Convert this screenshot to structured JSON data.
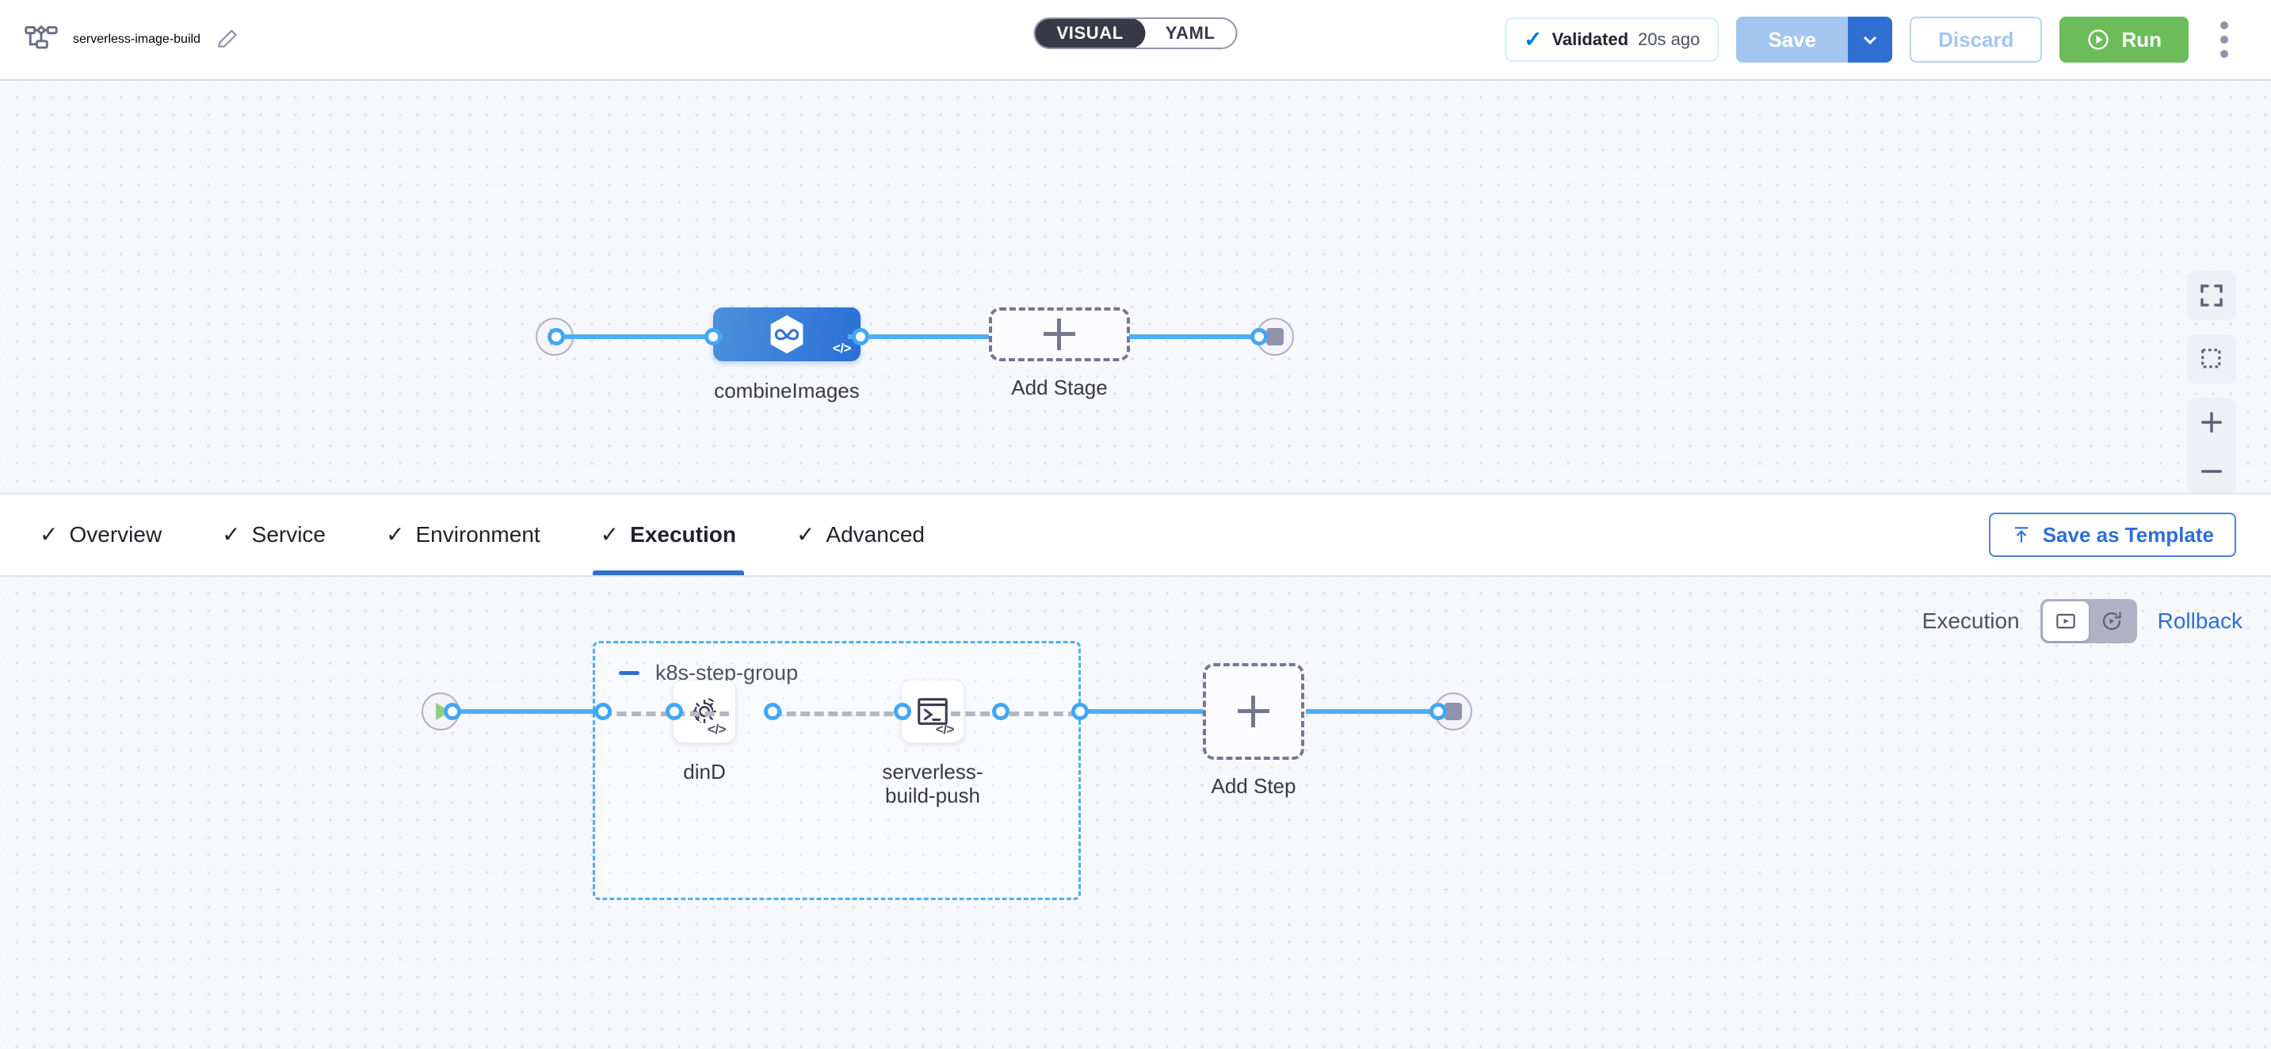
{
  "header": {
    "pipeline_icon": "pipeline-icon",
    "title": "serverless-image-build",
    "edit_icon": "pencil-icon",
    "mode_toggle": {
      "visual": "VISUAL",
      "yaml": "YAML",
      "selected": "VISUAL"
    },
    "validation": {
      "check_icon": "check-icon",
      "status": "Validated",
      "time": "20s ago"
    },
    "save_label": "Save",
    "save_caret_icon": "chevron-down-icon",
    "discard_label": "Discard",
    "run_label": "Run",
    "run_icon": "play-circle-icon",
    "more_icon": "kebab-menu-icon"
  },
  "canvas_controls": {
    "fit_screen": "fit-screen-icon",
    "selection_box": "selection-box-icon",
    "zoom_in": "plus-icon",
    "zoom_out": "minus-icon"
  },
  "stage_graph": {
    "start_icon": "play-icon",
    "end_icon": "stop-icon",
    "stage": {
      "name": "combineImages",
      "icon": "harness-ci-hexagon-icon",
      "code_badge": "</>"
    },
    "add_stage": {
      "label": "Add Stage",
      "icon": "plus-icon"
    }
  },
  "tabs": [
    {
      "label": "Overview",
      "check": "✓",
      "active": false
    },
    {
      "label": "Service",
      "check": "✓",
      "active": false
    },
    {
      "label": "Environment",
      "check": "✓",
      "active": false
    },
    {
      "label": "Execution",
      "check": "✓",
      "active": true
    },
    {
      "label": "Advanced",
      "check": "✓",
      "active": false
    }
  ],
  "save_as_template": {
    "label": "Save as Template",
    "icon": "upload-icon"
  },
  "execution_toolbar": {
    "execution_label": "Execution",
    "execution_icon": "execution-view-icon",
    "rollback_icon": "rollback-icon",
    "rollback_label": "Rollback",
    "selected": "Execution"
  },
  "step_graph": {
    "start_icon": "play-icon",
    "end_icon": "stop-icon",
    "group": {
      "name": "k8s-step-group",
      "collapse_icon": "minus-icon"
    },
    "steps": [
      {
        "name": "dinD",
        "icon": "dind-gear-icon",
        "code_badge": "</>"
      },
      {
        "name": "serverless-build-push",
        "icon": "terminal-icon",
        "code_badge": "</>"
      }
    ],
    "add_step": {
      "label": "Add Step",
      "icon": "plus-icon"
    }
  },
  "colors": {
    "accent_blue": "#2f6fd1",
    "edge_blue": "#4eaef7",
    "run_green": "#6cbd5a",
    "group_border": "#4eaef7",
    "canvas_bg": "#f7f8fc"
  }
}
